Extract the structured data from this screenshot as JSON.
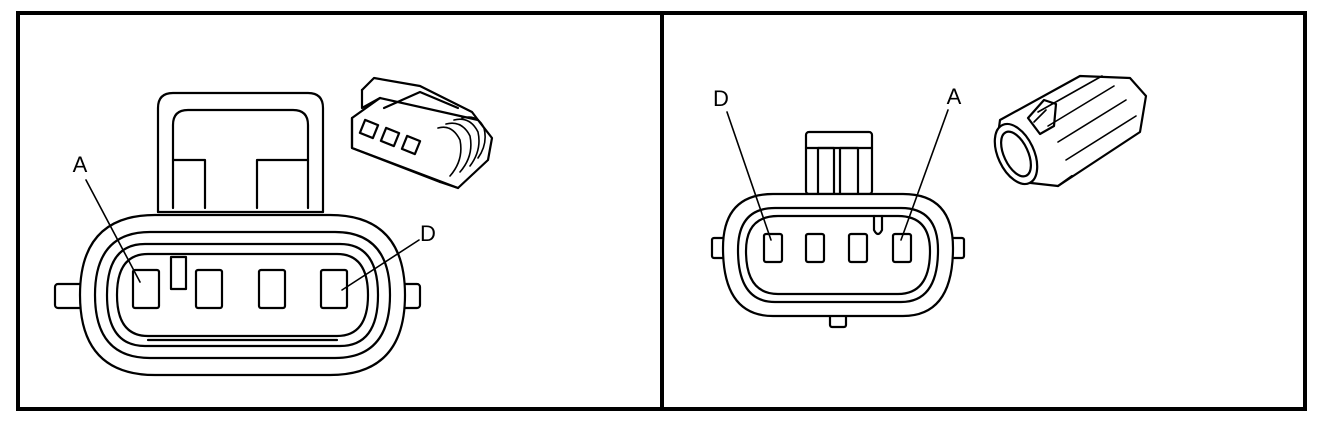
{
  "panels": [
    {
      "pin_first": "A",
      "pin_last": "D",
      "pin_count": 4
    },
    {
      "pin_first": "D",
      "pin_last": "A",
      "pin_count": 4
    }
  ]
}
